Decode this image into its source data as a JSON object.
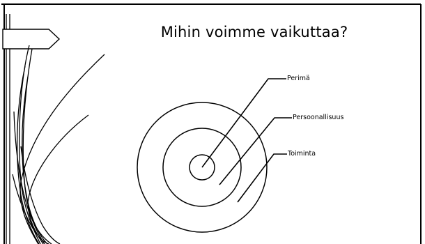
{
  "slide": {
    "title": "Mihin voimme vaikuttaa?",
    "labels": {
      "inner": "Perimä",
      "middle": "Persoonallisuus",
      "outer": "Toiminta"
    }
  },
  "icons": {
    "signpost": "signpost-arrow-icon",
    "decoration": "curved-lines-decoration"
  },
  "colors": {
    "background": "#ffffff",
    "ink": "#000000"
  }
}
